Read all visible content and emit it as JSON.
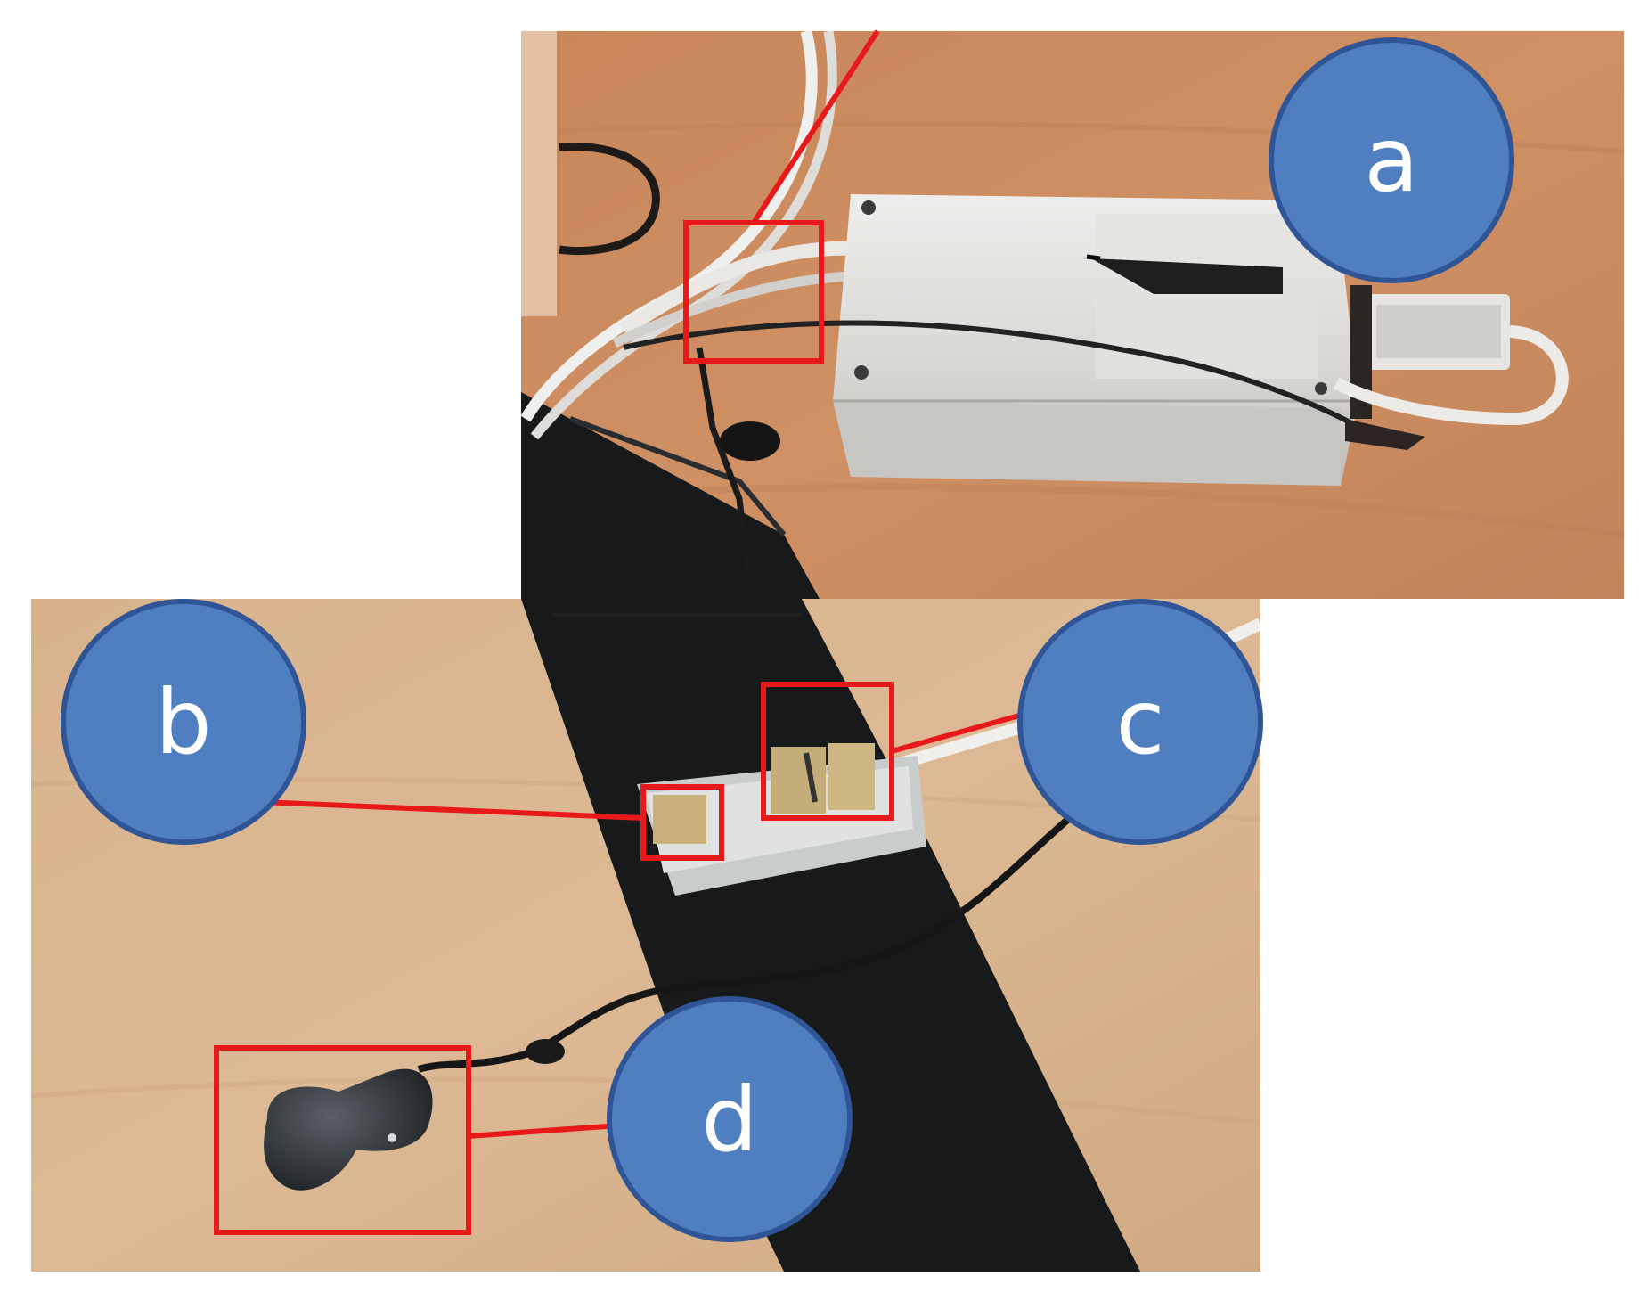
{
  "figure": {
    "labels": {
      "a": "a",
      "b": "b",
      "c": "c",
      "d": "d"
    },
    "colors": {
      "label_circle_fill": "#4f7fc0",
      "label_circle_stroke": "#2f5597",
      "label_text": "#ffffff",
      "annotation_red": "#e8191b",
      "background": "#ffffff"
    }
  }
}
